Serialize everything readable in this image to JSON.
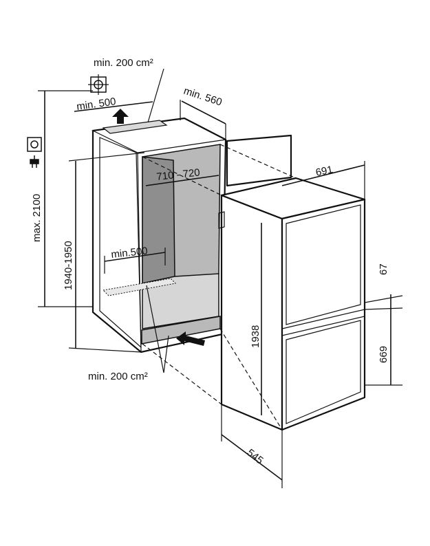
{
  "labels": {
    "vent_top": "min. 200 cm²",
    "vent_bottom": "min. 200 cm²",
    "niche_depth_top": "min. 500",
    "niche_depth_bottom": "min.500",
    "door_depth": "min. 560",
    "niche_height_max": "max. 2100",
    "niche_height": "1940-1950",
    "niche_width": "710 - 720",
    "appliance_width": "691",
    "appliance_height": "1938",
    "appliance_depth": "545",
    "gap": "67",
    "lower_door": "669"
  }
}
